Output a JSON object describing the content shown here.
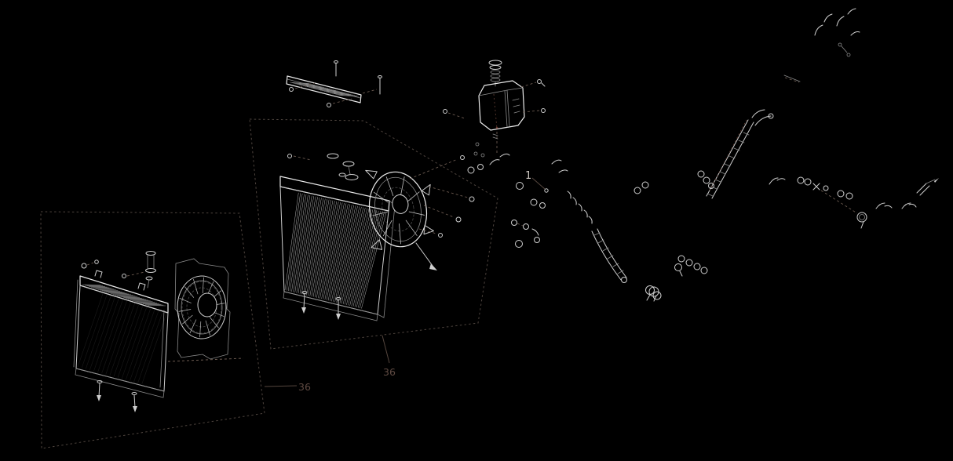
{
  "diagram": {
    "kind": "exploded-parts-line-drawing",
    "background": "#000000",
    "labels": {
      "part_1": "1",
      "left_assembly_ref": "36",
      "center_assembly_ref": "36"
    },
    "colors": {
      "background": "#000000",
      "line_bright": "#ececec",
      "line": "#cfcfcf",
      "line_dim": "#8a8a8a",
      "panel_dash": "#4e443e",
      "leader": "#6b5a50",
      "label": "#5f4a42",
      "label_light": "#cfc8c2",
      "accent_red": "#6a3c34"
    },
    "figures": [
      "left-radiator-fan-assembly-panel",
      "center-radiator-fan-assembly-panel",
      "mounting-bracket",
      "coolant-reservoir-with-cap",
      "hose-and-clamp-network"
    ]
  }
}
